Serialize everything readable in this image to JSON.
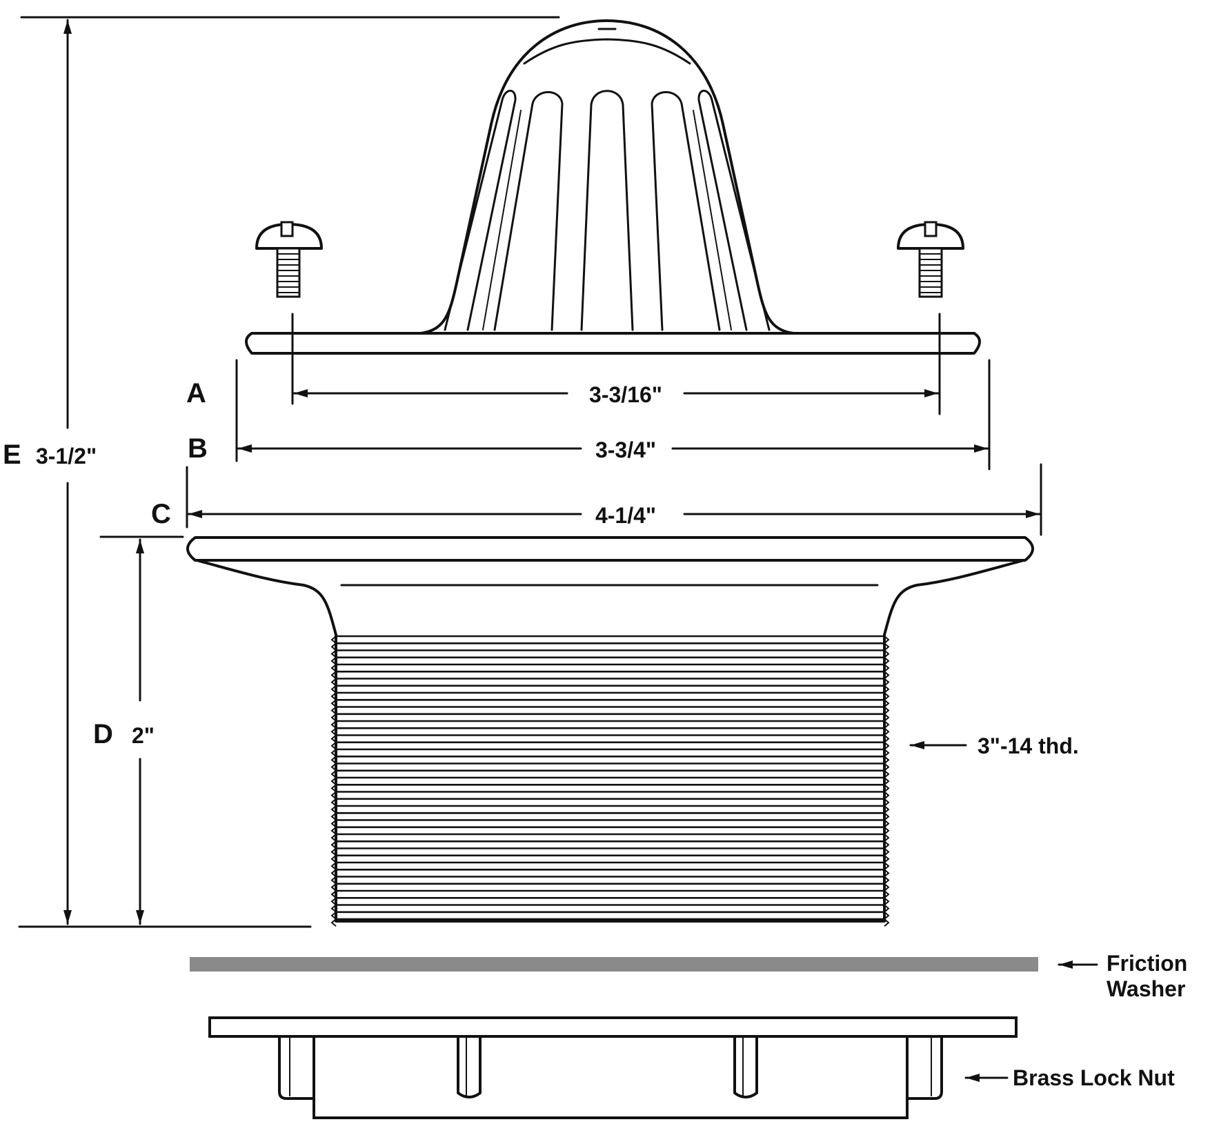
{
  "dimensions": {
    "a": {
      "letter": "A",
      "value": "3-3/16\""
    },
    "b": {
      "letter": "B",
      "value": "3-3/4\""
    },
    "c": {
      "letter": "C",
      "value": "4-1/4\""
    },
    "d": {
      "letter": "D",
      "value": "2\""
    },
    "e": {
      "letter": "E",
      "value": "3-1/2\""
    }
  },
  "callouts": {
    "thread": "3\"-14 thd.",
    "washer_line1": "Friction",
    "washer_line2": "Washer",
    "locknut": "Brass Lock Nut"
  },
  "colors": {
    "line": "#111111",
    "washer": "#8a8a8a",
    "background": "#ffffff"
  }
}
